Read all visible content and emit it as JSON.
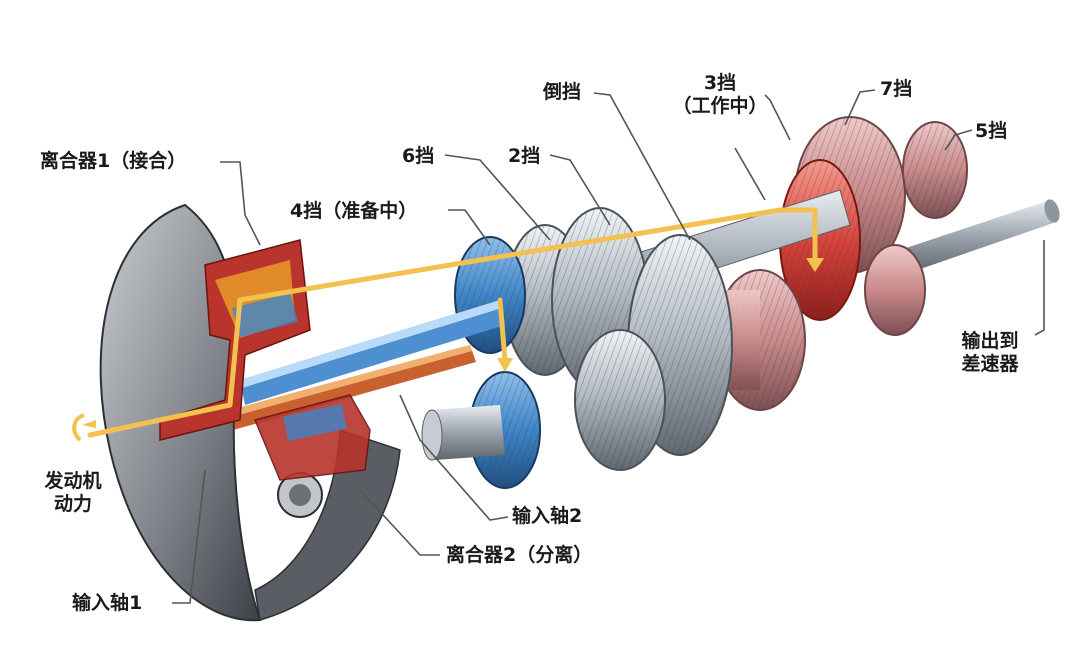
{
  "labels": {
    "clutch1": "离合器1（接合）",
    "gear4": "4挡（准备中）",
    "gear6": "6挡",
    "gear2": "2挡",
    "reverse": "倒挡",
    "gear3_line1": "3挡",
    "gear3_line2": "（工作中）",
    "gear7": "7挡",
    "gear5": "5挡",
    "output_line1": "输出到",
    "output_line2": "差速器",
    "engine_line1": "发动机",
    "engine_line2": "动力",
    "input_shaft2": "输入轴2",
    "clutch2": "离合器2（分离）",
    "input_shaft1": "输入轴1"
  },
  "colors": {
    "clutch_red": "#b8342c",
    "clutch_orange": "#e79a2a",
    "steel_blue": "#3f86c9",
    "gear_pink": "#c98a8a",
    "gear_red": "#d9443c",
    "power_flow_yellow": "#f2c14e"
  }
}
